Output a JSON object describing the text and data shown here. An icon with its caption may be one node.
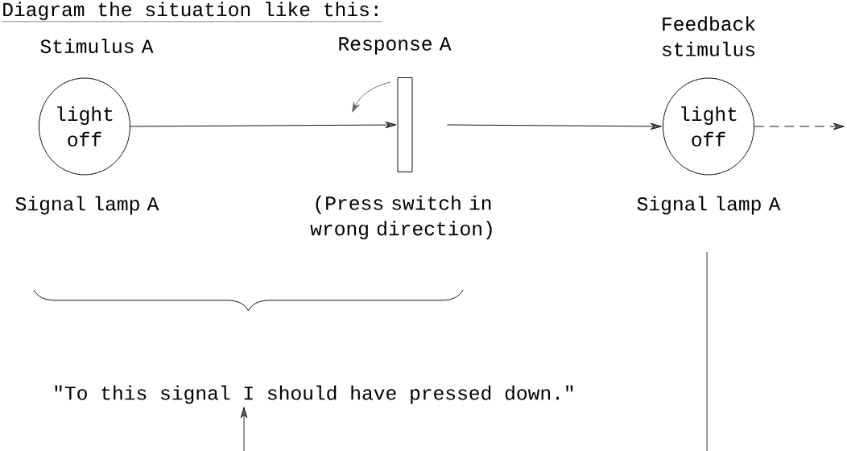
{
  "diagram": {
    "title": "Diagram the situation like this:",
    "nodes": [
      {
        "text": [
          "Stimulus A",
          "light off"
        ],
        "beside": [
          "Signal lamp A"
        ]
      },
      {
        "text": [
          "Response A"
        ],
        "beside": [
          "(Press switch in wrong direction)"
        ]
      },
      {
        "text": [
          "Feedback stimulus",
          "light off"
        ],
        "beside": [
          "Signal lamp A"
        ]
      },
      {
        "text": [
          "\"To this signal I should have pressed down.\""
        ]
      }
    ],
    "edges": [
      {
        "from": 0,
        "to": 1,
        "arrow": "to"
      },
      {
        "from": 1,
        "to": 2,
        "arrow": "to"
      },
      {
        "from": 2,
        "to": null,
        "arrow": "to",
        "style": "dashed"
      },
      {
        "from": null,
        "to": 3,
        "arrow": "to"
      }
    ]
  }
}
